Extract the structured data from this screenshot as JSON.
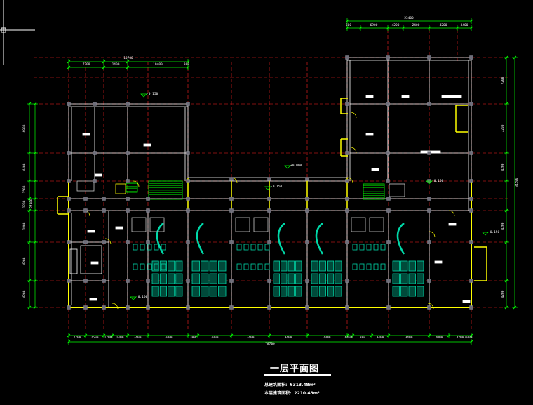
{
  "drawing": {
    "title": "一层平面图",
    "areas": [
      {
        "label": "总建筑面积:",
        "value": "6313.48m²"
      },
      {
        "label": "本层建筑面积:",
        "value": "2210.48m²"
      }
    ],
    "levels": [
      "-0.150",
      "±0.000",
      "-0.150",
      "-0.150",
      "-0.150",
      "-0.150"
    ],
    "dims": {
      "top_left_total": "10700",
      "top_left": [
        "7200",
        "1400",
        "10400",
        "300"
      ],
      "top_right_total": "23400",
      "top_right": [
        "300",
        "6900",
        "4200",
        "2400",
        "4200",
        "3400"
      ],
      "bottom_total": "78700",
      "bottom": [
        "2700",
        "2500",
        "1700",
        "1400",
        "3400",
        "7000",
        "300",
        "7000",
        "3400",
        "3400",
        "7000",
        "6400",
        "300",
        "3400",
        "3400",
        "7000",
        "4200",
        "4000"
      ],
      "left": [
        "6900",
        "4400",
        "1500",
        "1200",
        "1800",
        "4200",
        "4200"
      ],
      "left_total": "24300",
      "right": [
        "7200",
        "7200",
        "4200",
        "4200",
        "4200"
      ],
      "right_total": "34500"
    }
  },
  "colors": {
    "wall": "#ffff00",
    "thin": "#ffffff",
    "axis": "#ff2020",
    "dimension": "#00ff00",
    "column": "#6e6e7a",
    "fixture": "#00d8a8",
    "furniture": "#c8c8c8",
    "stair": "#00ff00"
  }
}
